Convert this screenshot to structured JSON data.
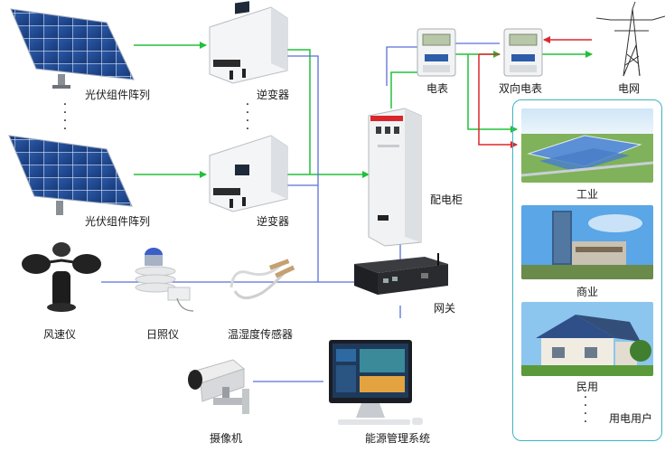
{
  "colors": {
    "green_line": "#22c03a",
    "blue_line": "#5a6fd8",
    "red_line": "#e0262a",
    "panel_border": "#3fb3c2"
  },
  "labels": {
    "pv_array_1": "光伏组件阵列",
    "pv_array_2": "光伏组件阵列",
    "inverter_1": "逆变器",
    "inverter_2": "逆变器",
    "meter": "电表",
    "bidirectional_meter": "双向电表",
    "grid": "电网",
    "distribution_cabinet": "配电柜",
    "gateway": "网关",
    "anemometer": "风速仪",
    "pyranometer": "日照仪",
    "temp_humidity_sensor": "温湿度传感器",
    "camera": "摄像机",
    "energy_system": "能源管理系统",
    "industrial": "工业",
    "commercial": "商业",
    "residential": "民用",
    "users": "用电用户"
  },
  "icons": [
    "solar-panel-icon",
    "inverter-icon",
    "electric-meter-icon",
    "transmission-tower-icon",
    "cabinet-icon",
    "gateway-icon",
    "anemometer-icon",
    "pyranometer-icon",
    "sensor-icon",
    "camera-icon",
    "monitor-icon"
  ]
}
